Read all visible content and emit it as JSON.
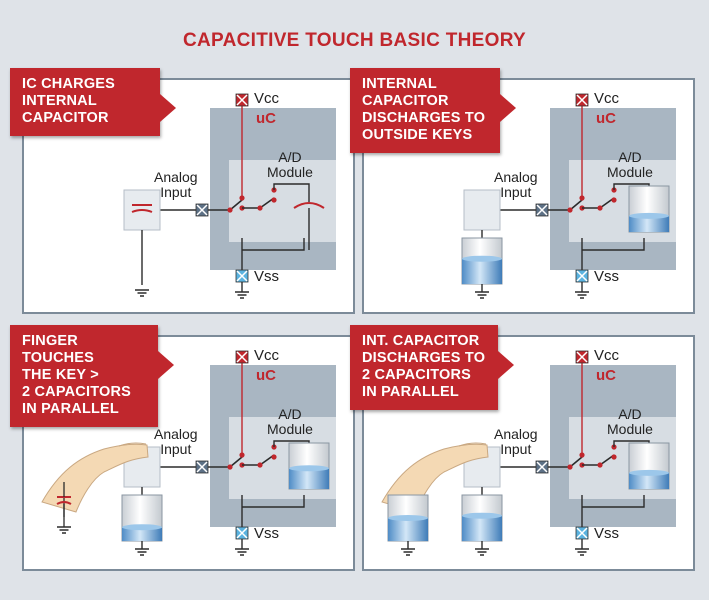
{
  "title": "CAPACITIVE TOUCH BASIC THEORY",
  "labels": {
    "vcc": "Vcc",
    "vss": "Vss",
    "uc": "uC",
    "analog_input": "Analog\nInput",
    "ad_module": "A/D\nModule"
  },
  "panels": [
    {
      "banner": "IC CHARGES\nINTERNAL\nCAPACITOR"
    },
    {
      "banner": "INTERNAL\nCAPACITOR\nDISCHARGES TO\nOUTSIDE KEYS"
    },
    {
      "banner": "FINGER TOUCHES\nTHE KEY >\n2 CAPACITORS\nIN PARALLEL"
    },
    {
      "banner": "INT. CAPACITOR\nDISCHARGES TO\n2 CAPACITORS\nIN PARALLEL"
    }
  ],
  "colors": {
    "accent": "#c0272d",
    "chip": "#a9b6c2",
    "chip_inner": "#d7dde3",
    "wire": "#2b2b2b",
    "cap_fill": "#6fa9d9"
  }
}
